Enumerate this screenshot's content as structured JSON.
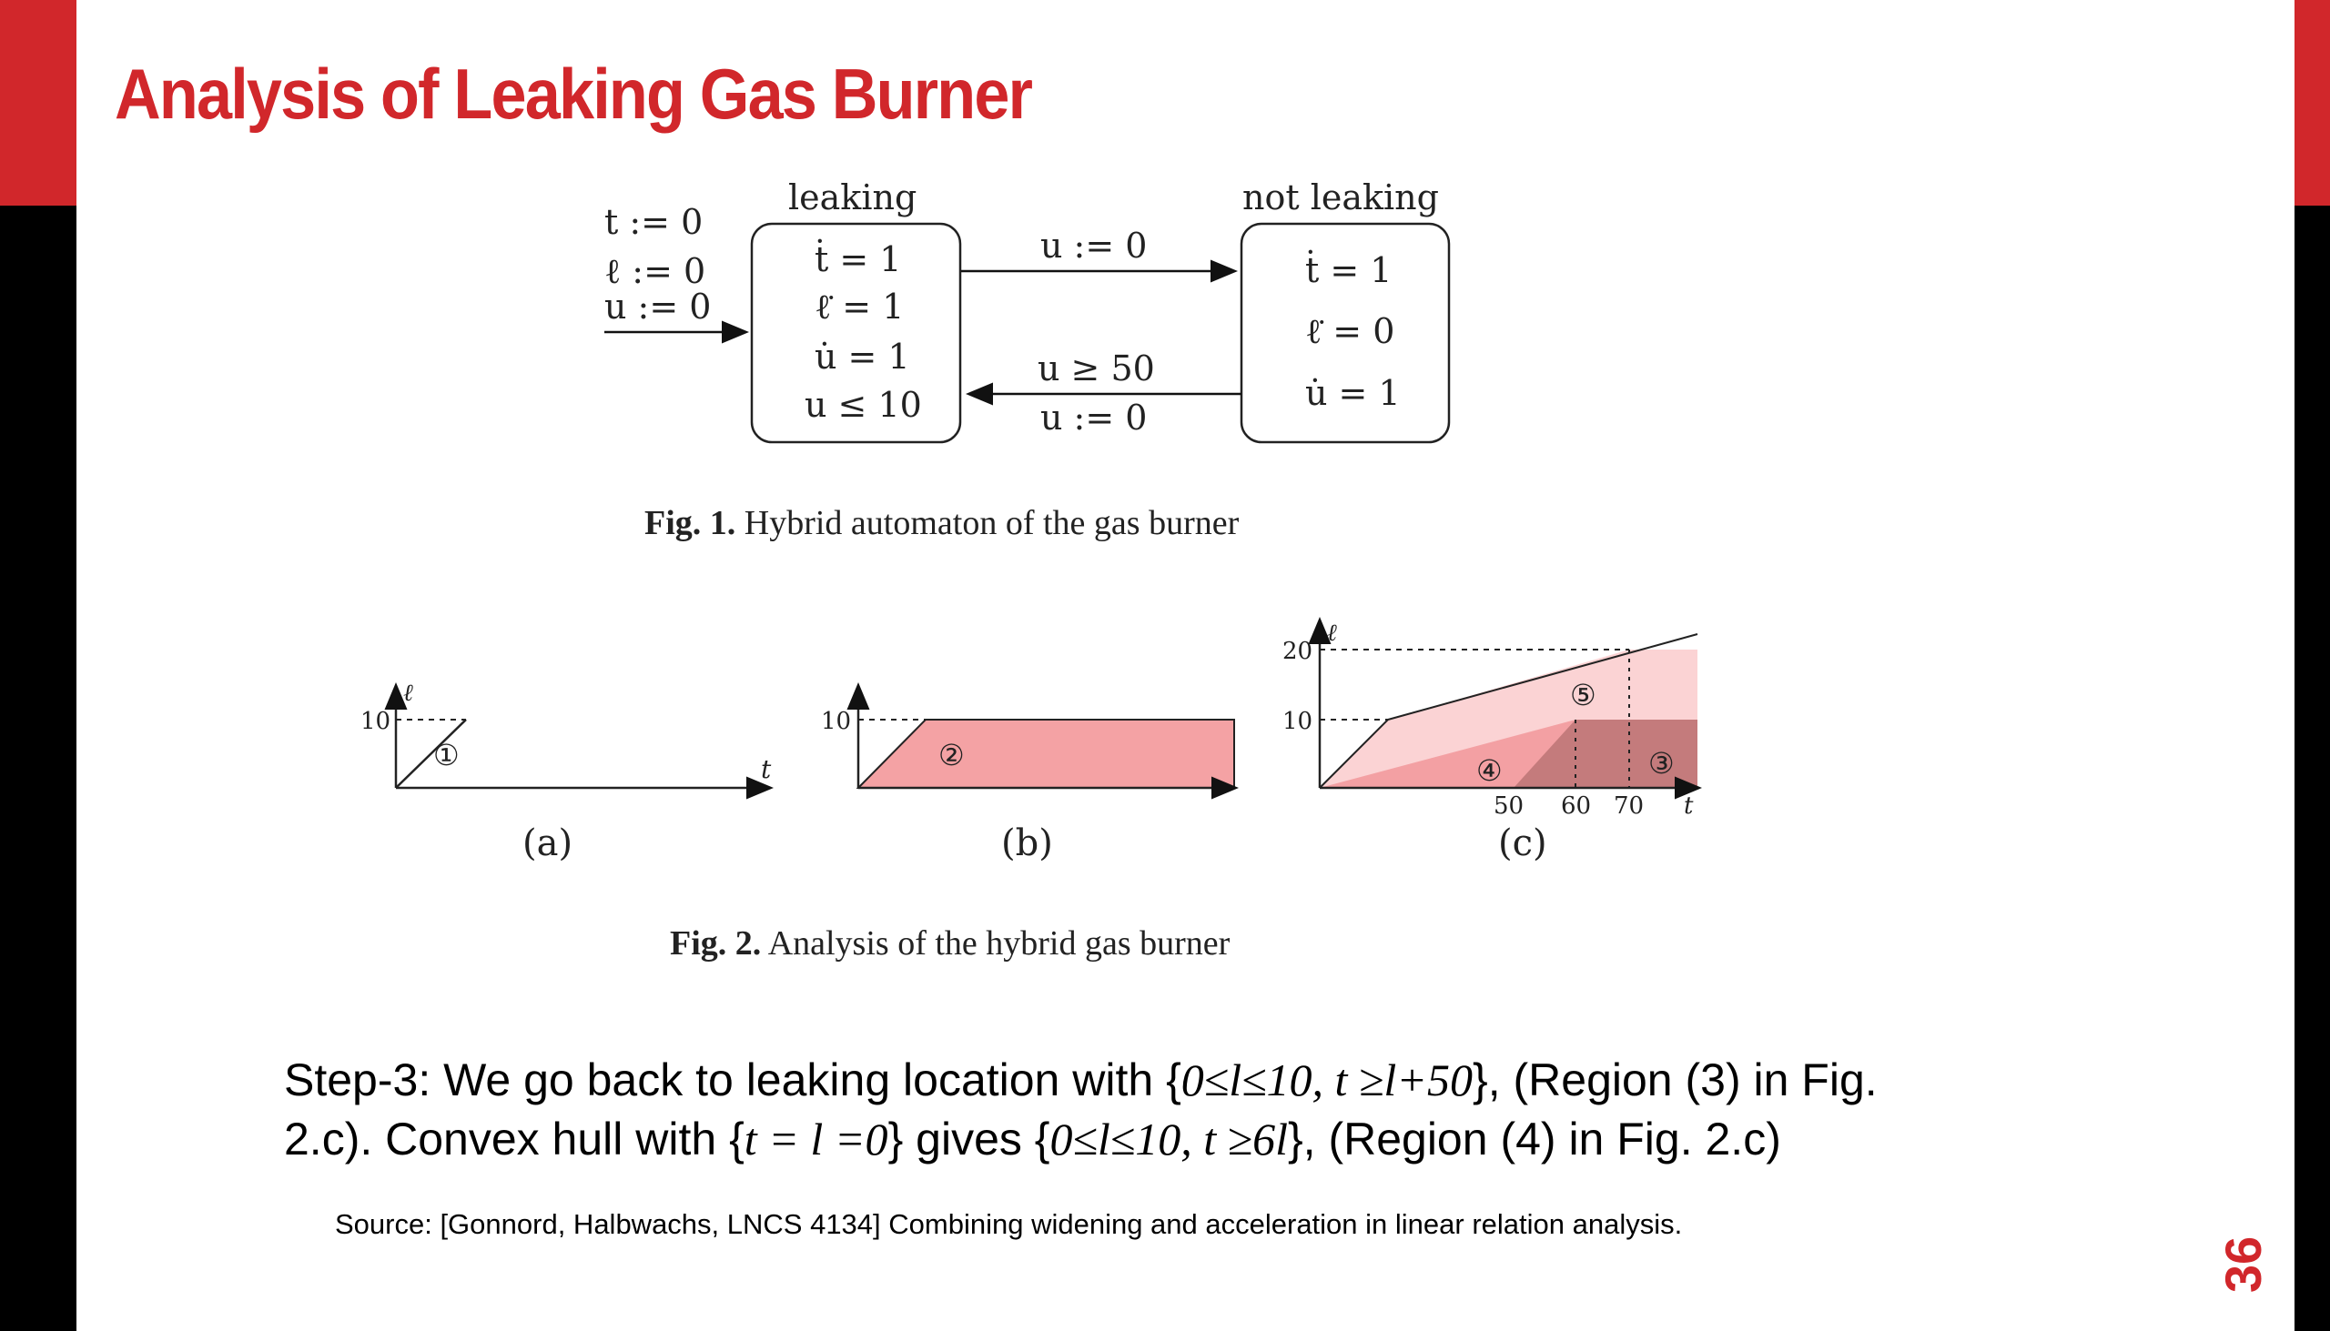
{
  "slide": {
    "title": "Analysis of Leaking Gas Burner",
    "page_number": "36",
    "accent_color": "#d1272b"
  },
  "fig1": {
    "init": [
      "t := 0",
      "ℓ := 0",
      "u := 0"
    ],
    "leaking": {
      "label": "leaking",
      "lines": [
        "ṫ = 1",
        "ℓ̇ = 1",
        "u̇ = 1",
        "u ≤ 10"
      ]
    },
    "not_leaking": {
      "label": "not leaking",
      "lines": [
        "ṫ = 1",
        "ℓ̇ = 0",
        "u̇ = 1"
      ]
    },
    "edge_top": "u := 0",
    "edge_bottom_guard": "u ≥ 50",
    "edge_bottom_reset": "u := 0",
    "caption_bold": "Fig. 1.",
    "caption_text": "Hybrid automaton of the gas burner"
  },
  "fig2": {
    "a": {
      "label": "(a)",
      "y_tick": "10",
      "y_axis": "ℓ",
      "x_axis": "t",
      "region": "①"
    },
    "b": {
      "label": "(b)",
      "y_tick": "10",
      "region": "②"
    },
    "c": {
      "label": "(c)",
      "y_axis": "ℓ",
      "x_axis": "t",
      "y_ticks": [
        "20",
        "10"
      ],
      "x_ticks": [
        "50",
        "60",
        "70"
      ],
      "regions": [
        "⑤",
        "④",
        "③"
      ]
    },
    "caption_bold": "Fig. 2.",
    "caption_text": "Analysis of the hybrid gas burner"
  },
  "step": {
    "line1_a": "Step-3: We go back to leaking location with {",
    "line1_math": "0≤l≤10, t ≥l+50",
    "line1_b": "}, (Region (3) in Fig.",
    "line2_a": "2.c). Convex hull with {",
    "line2_math1": "t = l =0",
    "line2_b": "} gives {",
    "line2_math2": "0≤l≤10, t ≥6l",
    "line2_c": "}, (Region (4) in Fig. 2.c)"
  },
  "source": "Source: [Gonnord, Halbwachs, LNCS 4134] Combining widening and acceleration in linear relation analysis."
}
